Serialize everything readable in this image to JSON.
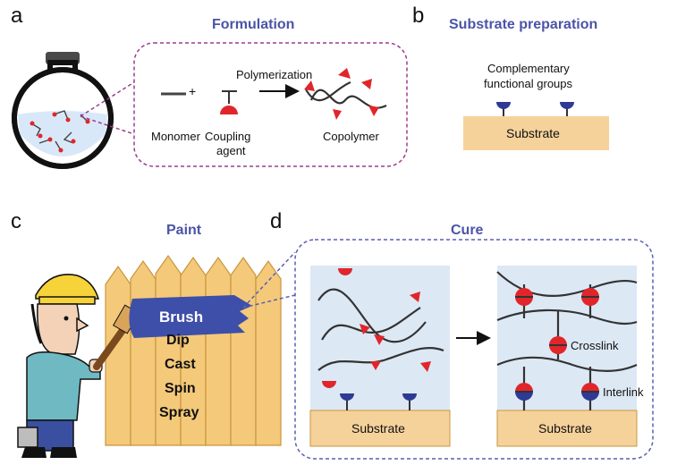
{
  "panels": {
    "a": {
      "letter": "a",
      "title": "Formulation",
      "monomer_label": "Monomer",
      "plus": "+",
      "coupling_label_line1": "Coupling",
      "coupling_label_line2": "agent",
      "arrow_label": "Polymerization",
      "copolymer_label": "Copolymer"
    },
    "b": {
      "letter": "b",
      "title": "Substrate preparation",
      "groups_label_line1": "Complementary",
      "groups_label_line2": "functional groups",
      "substrate_label": "Substrate"
    },
    "c": {
      "letter": "c",
      "title": "Paint",
      "methods": [
        "Brush",
        "Dip",
        "Cast",
        "Spin",
        "Spray"
      ]
    },
    "d": {
      "letter": "d",
      "title": "Cure",
      "substrate_left": "Substrate",
      "substrate_right": "Substrate",
      "crosslink_label": "Crosslink",
      "interlink_label": "Interlink"
    }
  },
  "colors": {
    "title": "#4a54a8",
    "dashed_border": "#9b3d8f",
    "dashed_border_d": "#5a5fb0",
    "coupling_red": "#e0262b",
    "functional_blue": "#2e3a94",
    "substrate_fill": "#f6d29b",
    "cure_bg": "#dde8f5",
    "fence": "#f4c97a",
    "paint_blue": "#3d4fa8"
  }
}
